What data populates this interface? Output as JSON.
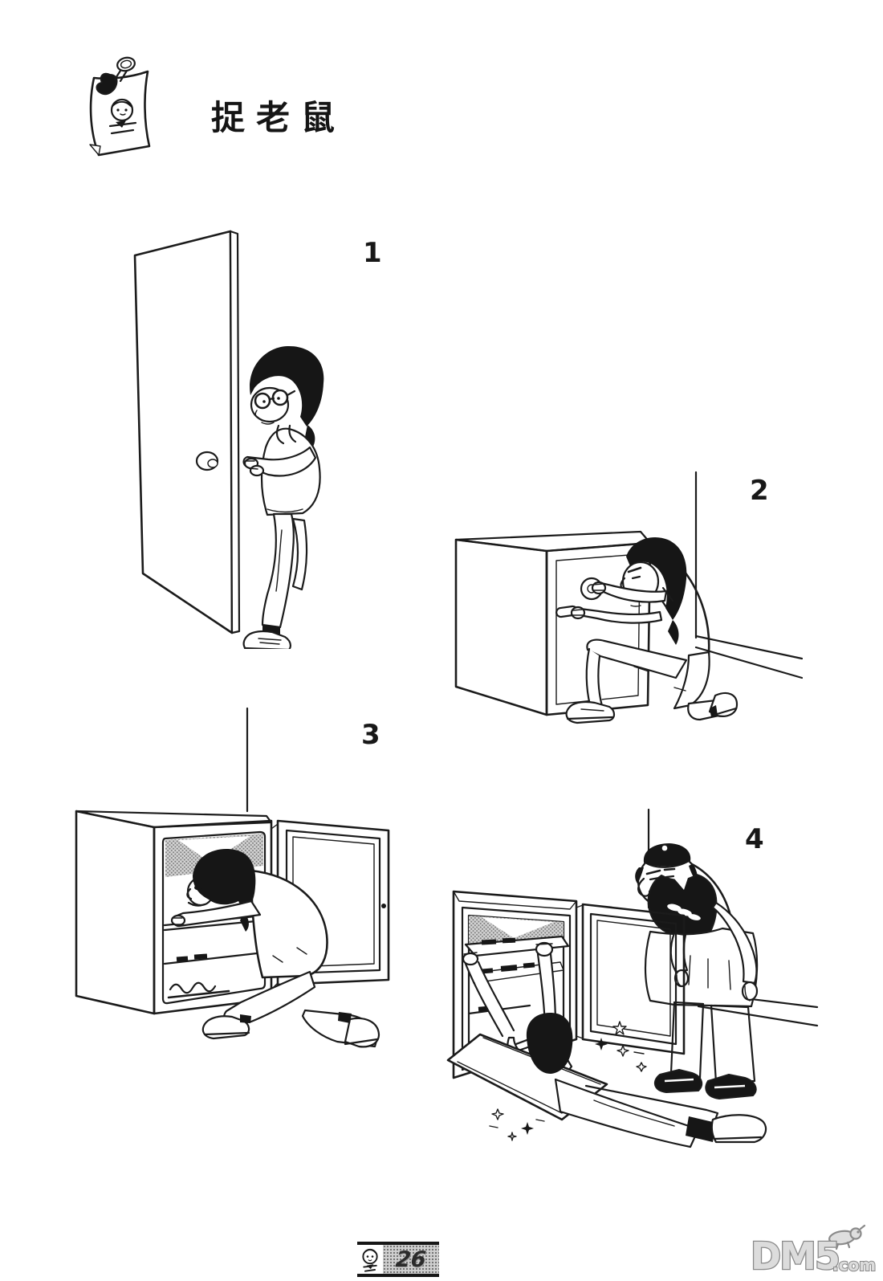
{
  "colors": {
    "paper": "#ffffff",
    "ink": "#1b1b1b",
    "halftone_gray": "#c4c4c4",
    "watermark_gray": "#8a8a8a"
  },
  "header": {
    "title": "捉老鼠",
    "note_icon": "pinned-note-icon"
  },
  "panels": [
    {
      "number": "1"
    },
    {
      "number": "2"
    },
    {
      "number": "3"
    },
    {
      "number": "4"
    }
  ],
  "footer": {
    "page_number": "26",
    "face_icon": "character-face-icon",
    "watermark_main": "DM5",
    "watermark_suffix": ".com",
    "mascot_icon": "mouse-mascot-icon"
  }
}
